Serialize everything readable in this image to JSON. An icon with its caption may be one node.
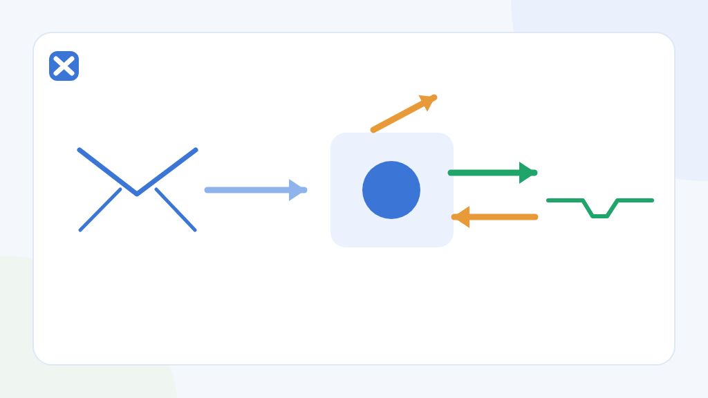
{
  "diagram": {
    "nodes": [
      {
        "text": [],
        "shape": "picture"
      },
      {
        "text": [],
        "shape": "box"
      },
      {
        "text": [],
        "shape": "circle",
        "in": 1
      },
      {
        "text": [],
        "shape": "picture"
      }
    ],
    "edges": [
      {
        "from": 0,
        "to": 1,
        "arrow": "to",
        "color": "#8fb4ec"
      },
      {
        "from": 1,
        "to": 3,
        "arrow": "to",
        "color": "#1fa56a"
      },
      {
        "from": 3,
        "to": 1,
        "arrow": "to",
        "color": "#e99a38"
      },
      {
        "from": 1,
        "to": null,
        "arrow": "to",
        "color": "#e99a38"
      }
    ]
  }
}
